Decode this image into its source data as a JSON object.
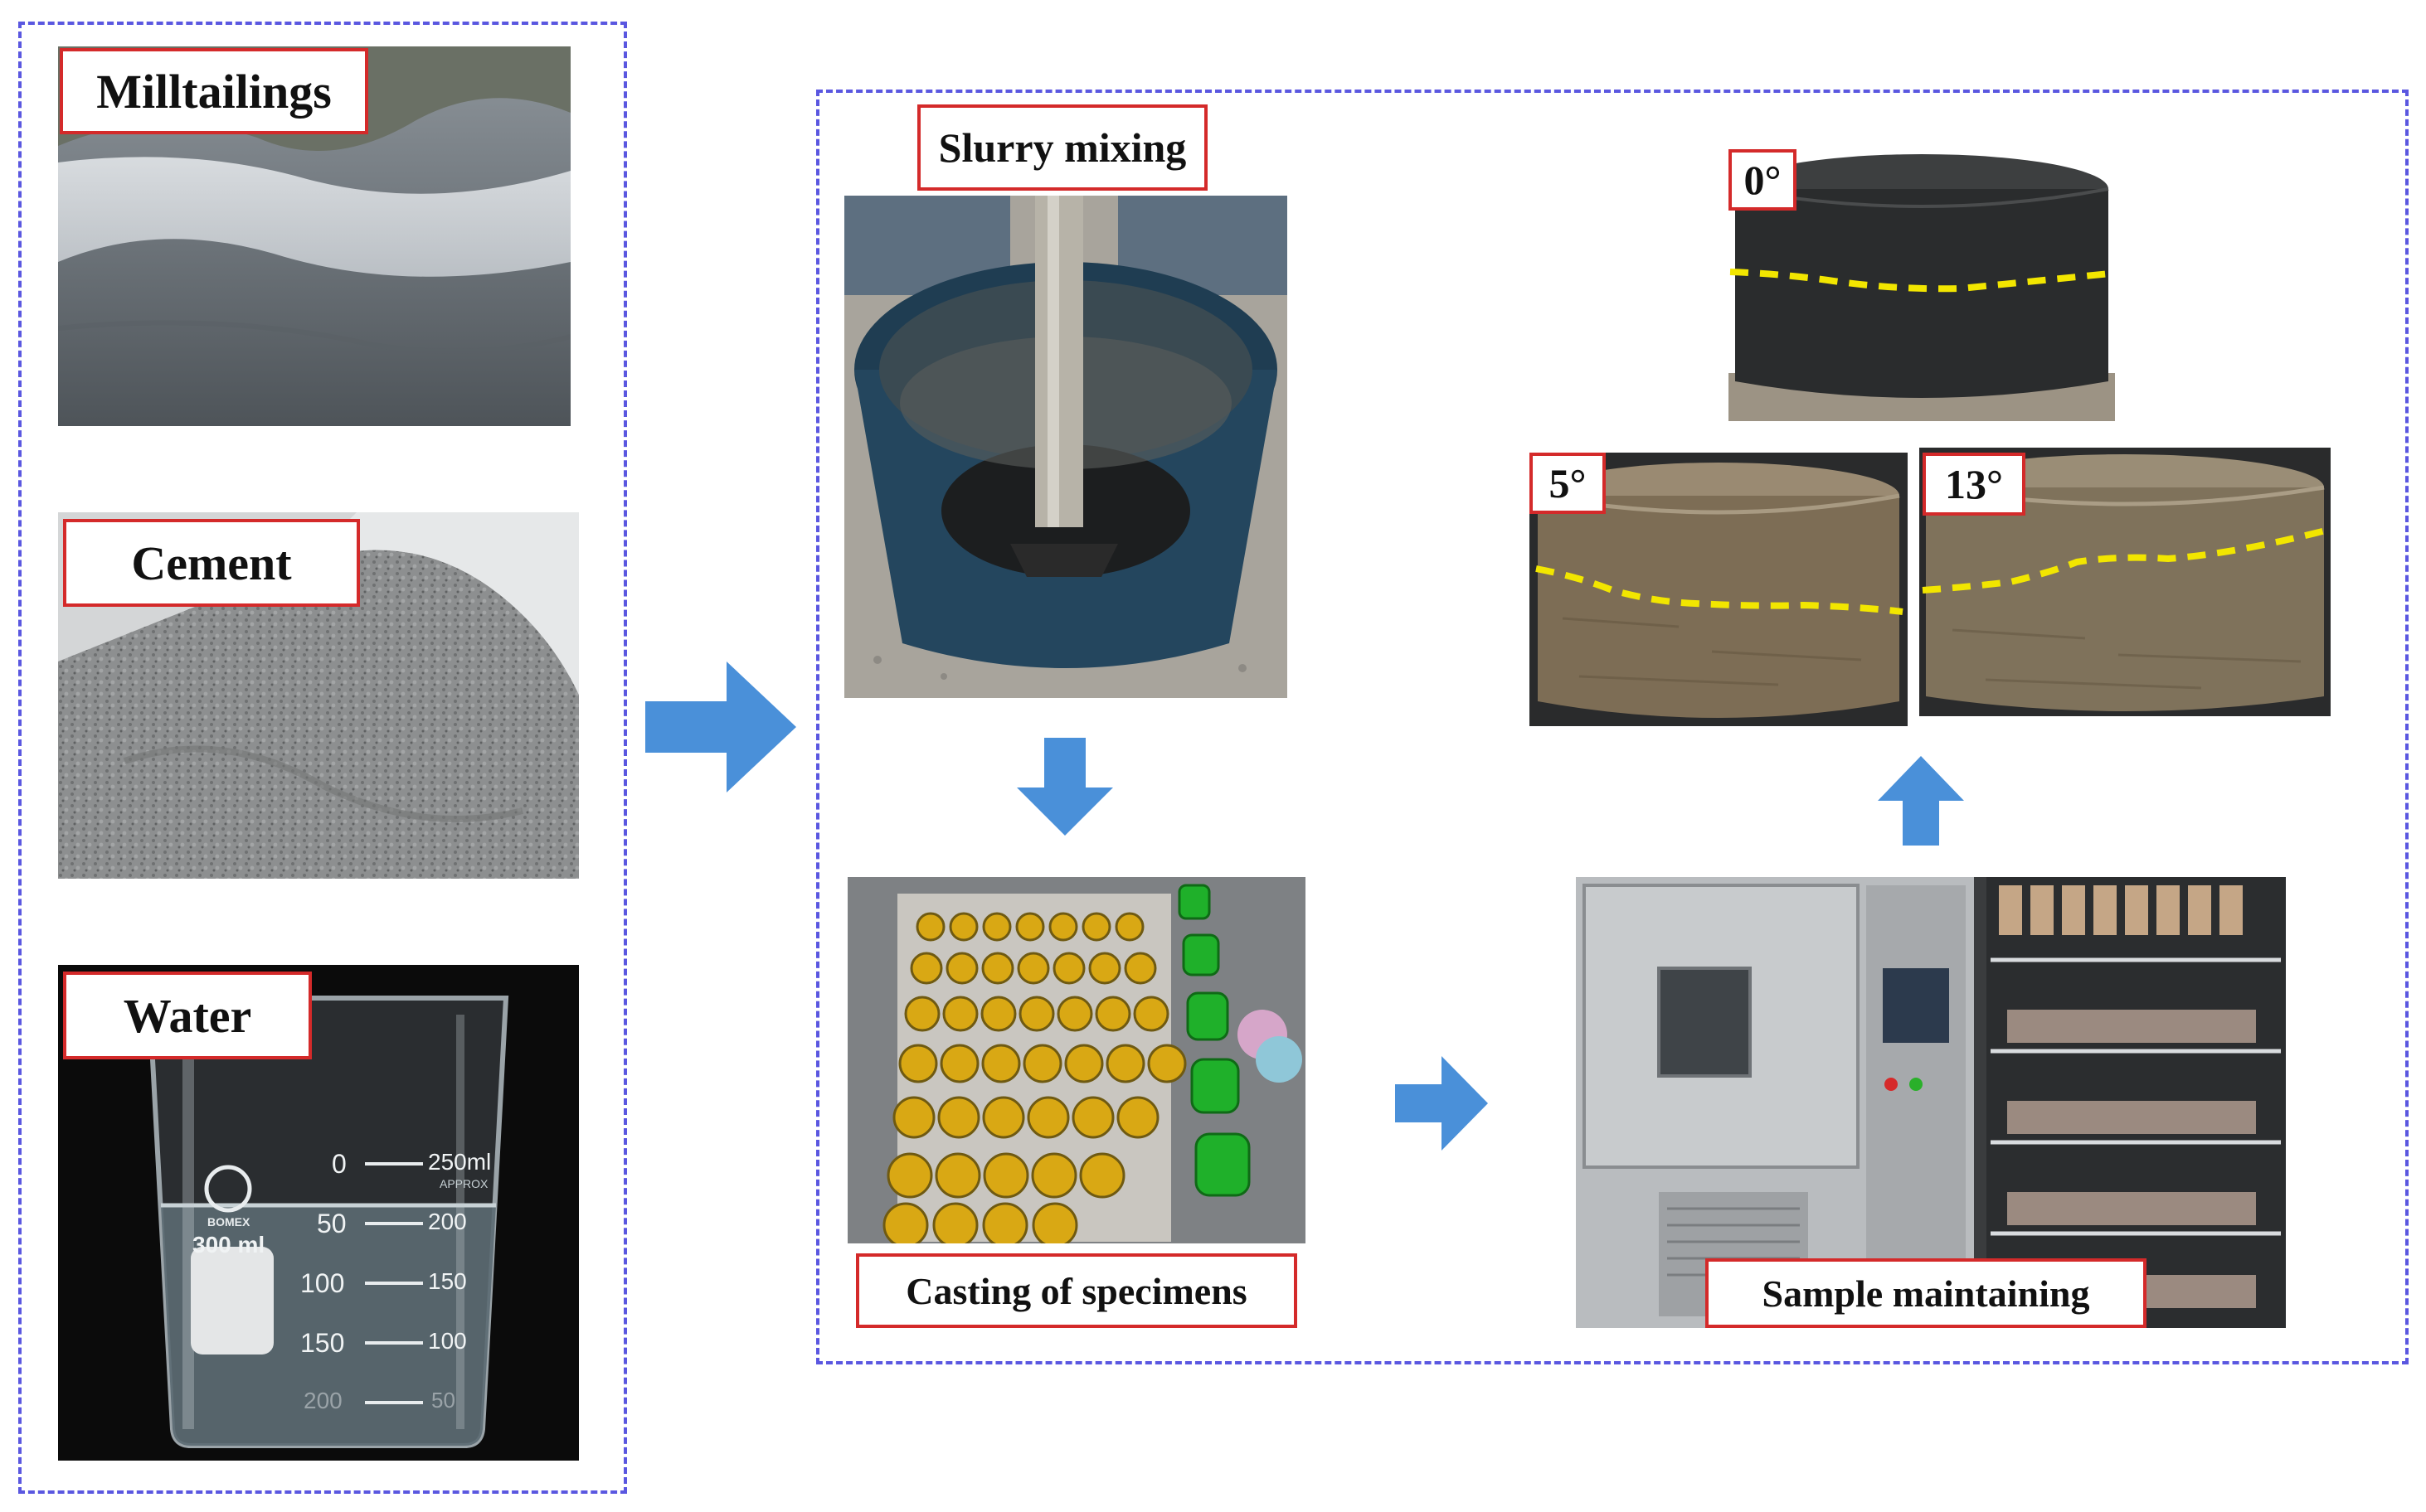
{
  "materials": {
    "milltailings": "Milltailings",
    "cement": "Cement",
    "water": "Water",
    "beaker": {
      "brand": "BOMEX",
      "capacity": "300 ml",
      "marks_left": [
        "0",
        "50",
        "100",
        "150",
        "200"
      ],
      "marks_right": [
        "250ml",
        "APPROX",
        "200",
        "150",
        "100",
        "50"
      ]
    }
  },
  "process": {
    "slurry_mixing": "Slurry mixing",
    "casting": "Casting of specimens",
    "maintaining": "Sample maintaining"
  },
  "specimens": {
    "angle_0": "0°",
    "angle_5": "5°",
    "angle_13": "13°"
  },
  "colors": {
    "dashed_border": "#5a57e0",
    "label_border": "#d42a2a",
    "arrow": "#4a90d9",
    "crack_line": "#f2e600"
  }
}
